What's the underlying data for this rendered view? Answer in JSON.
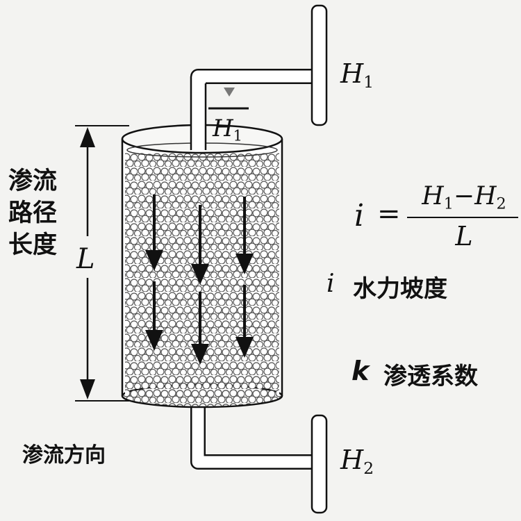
{
  "side_label": "渗流路径长度",
  "length_symbol": "L",
  "flow_direction": "渗流方向",
  "head_top": {
    "symbol": "H",
    "sub": "1"
  },
  "head_bottom": {
    "symbol": "H",
    "sub": "2"
  },
  "head_bar": {
    "symbol": "H",
    "sub": "1"
  },
  "formula": {
    "lhs": "i",
    "eq": "=",
    "num_a": "H",
    "num_a_sub": "1",
    "minus": "−",
    "num_b": "H",
    "num_b_sub": "2",
    "den": "L"
  },
  "legend": [
    {
      "symbol": "i",
      "text": "水力坡度"
    },
    {
      "symbol": "k",
      "text": "渗透系数"
    }
  ],
  "colors": {
    "background": "#f3f3f1",
    "ink": "#111111",
    "pipe": "#ffffff"
  }
}
